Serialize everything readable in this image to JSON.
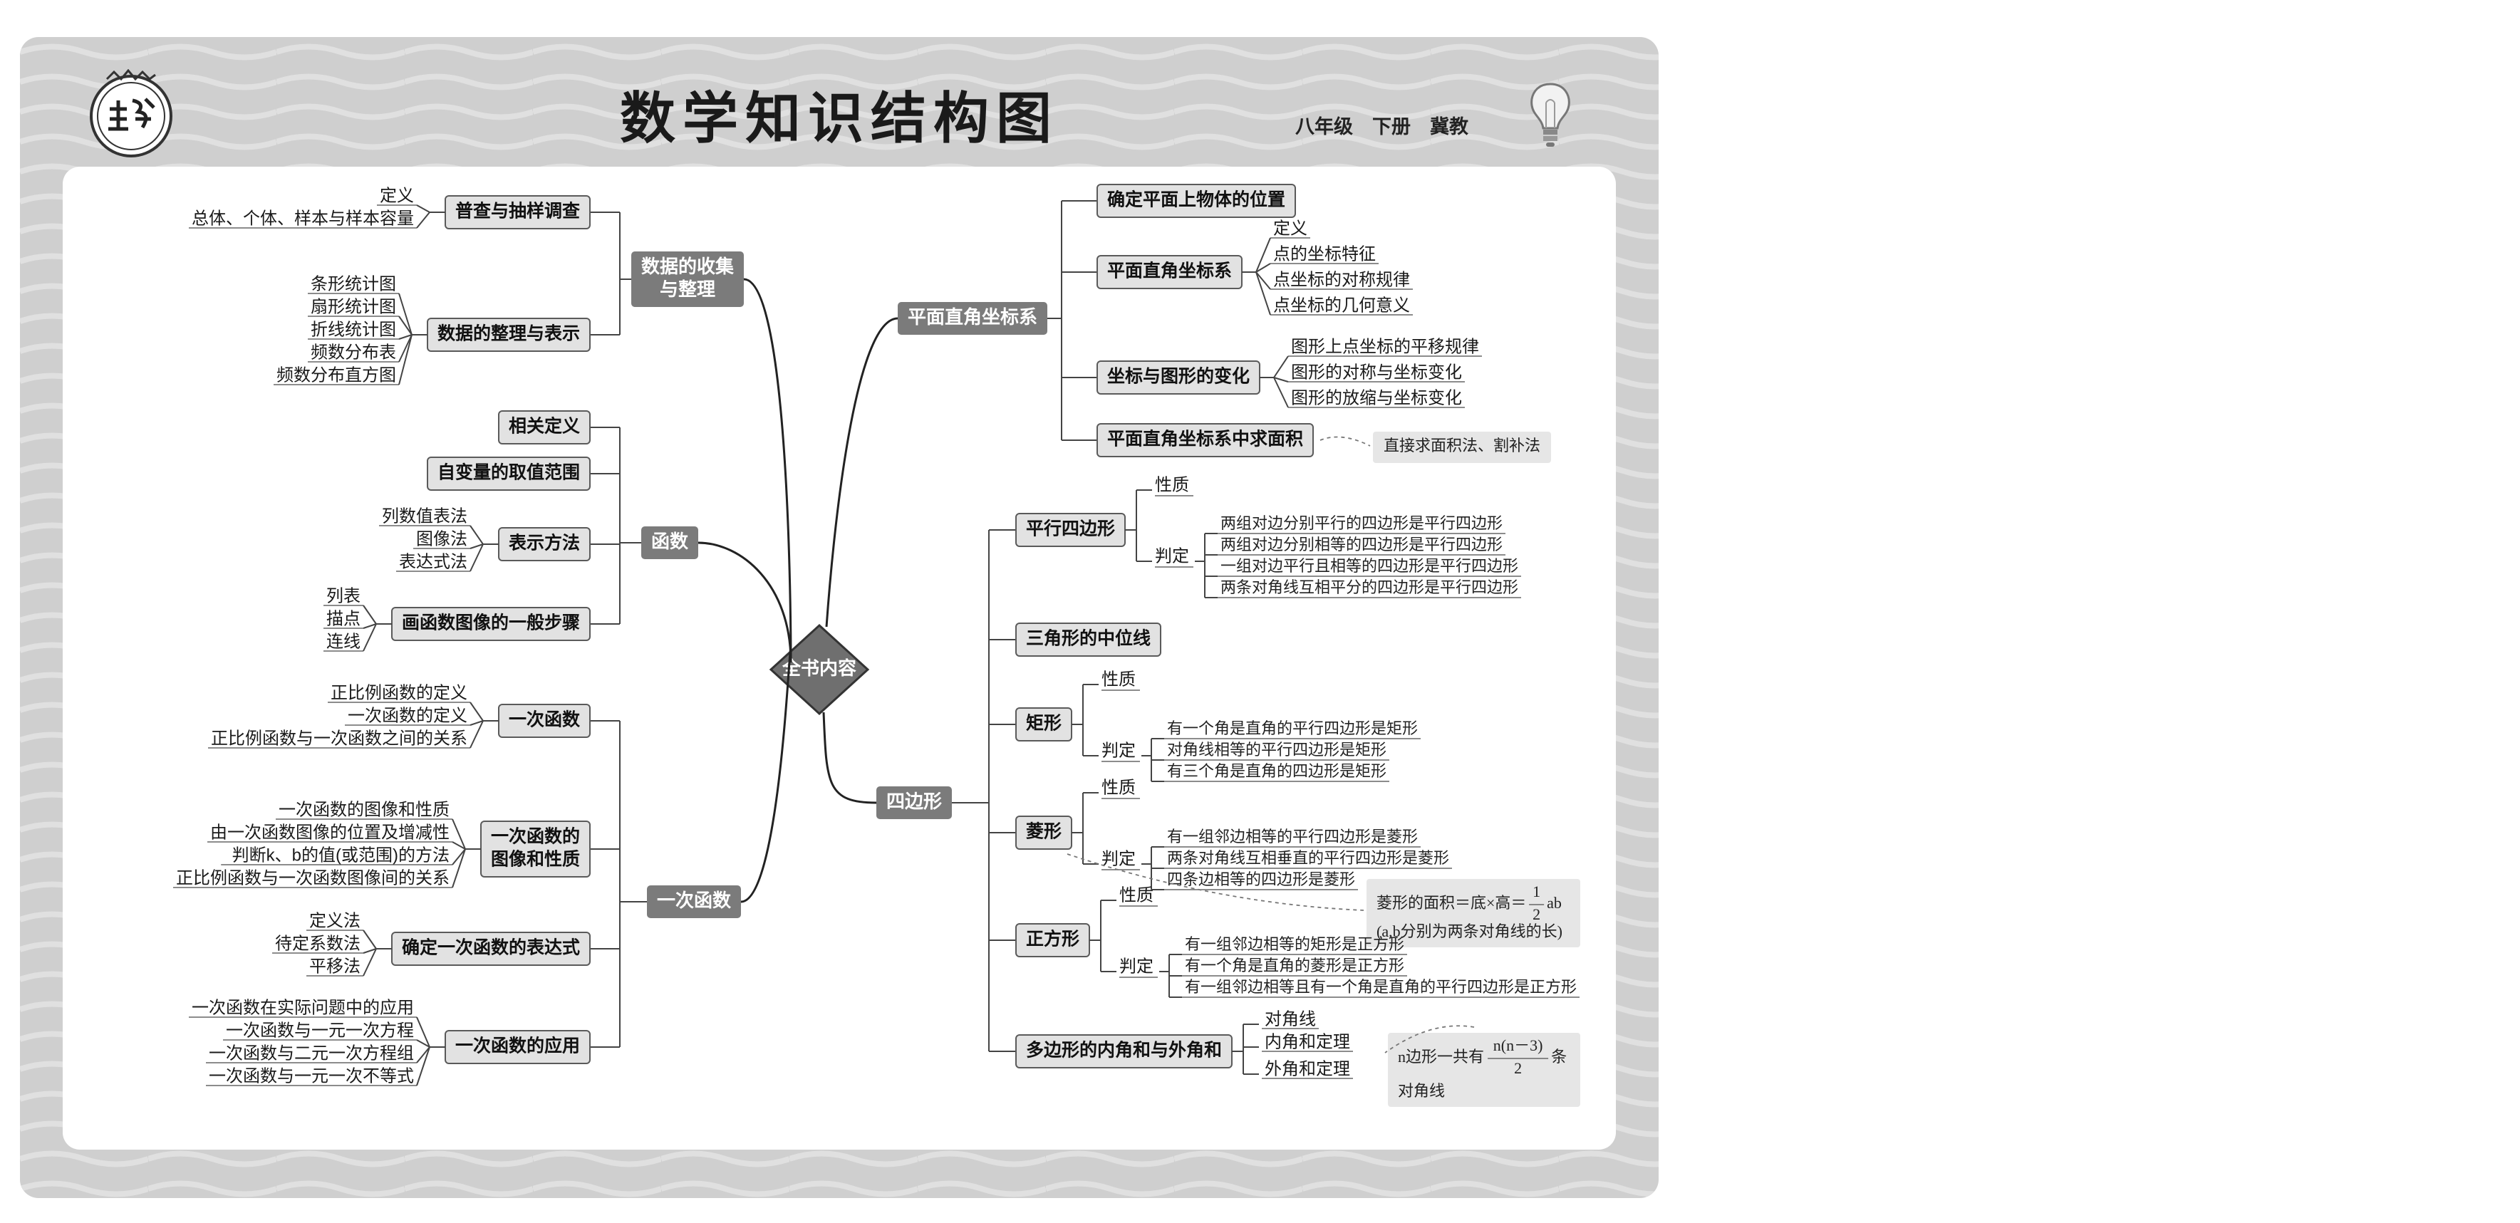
{
  "title": "数学知识结构图",
  "subtitle": "八年级　下册　冀教",
  "center": "全书内容",
  "left": [
    {
      "label": "数据的收集与整理",
      "label_lines": [
        "数据的收集",
        "与整理"
      ],
      "children": [
        {
          "label": "普查与抽样调查",
          "leaves": [
            "定义",
            "总体、个体、样本与样本容量"
          ]
        },
        {
          "label": "数据的整理与表示",
          "leaves": [
            "条形统计图",
            "扇形统计图",
            "折线统计图",
            "频数分布表",
            "频数分布直方图"
          ]
        }
      ]
    },
    {
      "label": "函数",
      "children": [
        {
          "label": "相关定义",
          "leaves": []
        },
        {
          "label": "自变量的取值范围",
          "leaves": []
        },
        {
          "label": "表示方法",
          "leaves": [
            "列数值表法",
            "图像法",
            "表达式法"
          ]
        },
        {
          "label": "画函数图像的一般步骤",
          "leaves": [
            "列表",
            "描点",
            "连线"
          ]
        }
      ]
    },
    {
      "label": "一次函数",
      "children": [
        {
          "label": "一次函数",
          "leaves": [
            "正比例函数的定义",
            "一次函数的定义",
            "正比例函数与一次函数之间的关系"
          ]
        },
        {
          "label": "一次函数的图像和性质",
          "label_lines": [
            "一次函数的",
            "图像和性质"
          ],
          "leaves": [
            "一次函数的图像和性质",
            "由一次函数图像的位置及增减性",
            "判断k、b的值(或范围)的方法",
            "正比例函数与一次函数图像间的关系"
          ]
        },
        {
          "label": "确定一次函数的表达式",
          "leaves": [
            "定义法",
            "待定系数法",
            "平移法"
          ]
        },
        {
          "label": "一次函数的应用",
          "leaves": [
            "一次函数在实际问题中的应用",
            "一次函数与一元一次方程",
            "一次函数与二元一次方程组",
            "一次函数与一元一次不等式"
          ]
        }
      ]
    }
  ],
  "right": [
    {
      "label": "平面直角坐标系",
      "children": [
        {
          "label": "确定平面上物体的位置",
          "leaves": []
        },
        {
          "label": "平面直角坐标系",
          "leaves": [
            "定义",
            "点的坐标特征",
            "点坐标的对称规律",
            "点坐标的几何意义"
          ]
        },
        {
          "label": "坐标与图形的变化",
          "leaves": [
            "图形上点坐标的平移规律",
            "图形的对称与坐标变化",
            "图形的放缩与坐标变化"
          ]
        },
        {
          "label": "平面直角坐标系中求面积",
          "leaves": [],
          "note": "直接求面积法、割补法"
        }
      ]
    },
    {
      "label": "四边形",
      "children": [
        {
          "label": "平行四边形",
          "groups": [
            {
              "label": "性质",
              "items": []
            },
            {
              "label": "判定",
              "items": [
                "两组对边分别平行的四边形是平行四边形",
                "两组对边分别相等的四边形是平行四边形",
                "一组对边平行且相等的四边形是平行四边形",
                "两条对角线互相平分的四边形是平行四边形"
              ]
            }
          ]
        },
        {
          "label": "三角形的中位线",
          "groups": []
        },
        {
          "label": "矩形",
          "groups": [
            {
              "label": "性质",
              "items": []
            },
            {
              "label": "判定",
              "items": [
                "有一个角是直角的平行四边形是矩形",
                "对角线相等的平行四边形是矩形",
                "有三个角是直角的四边形是矩形"
              ]
            }
          ]
        },
        {
          "label": "菱形",
          "groups": [
            {
              "label": "性质",
              "items": []
            },
            {
              "label": "判定",
              "items": [
                "有一组邻边相等的平行四边形是菱形",
                "两条对角线互相垂直的平行四边形是菱形",
                "四条边相等的四边形是菱形"
              ]
            }
          ],
          "note": {
            "line1": "菱形的面积＝底×高＝",
            "frac_num": "1",
            "frac_den": "2",
            "after": "ab",
            "line2": "(a,b分别为两条对角线的长)"
          }
        },
        {
          "label": "正方形",
          "groups": [
            {
              "label": "性质",
              "items": []
            },
            {
              "label": "判定",
              "items": [
                "有一组邻边相等的矩形是正方形",
                "有一个角是直角的菱形是正方形",
                "有一组邻边相等且有一个角是直角的平行四边形是正方形"
              ]
            }
          ]
        },
        {
          "label": "多边形的内角和与外角和",
          "groups": [
            {
              "label": "对角线",
              "items": []
            },
            {
              "label": "内角和定理",
              "items": []
            },
            {
              "label": "外角和定理",
              "items": []
            }
          ],
          "note": {
            "before": "n边形一共有",
            "frac_num": "n(n－3)",
            "frac_den": "2",
            "after": "条",
            "line2": "对角线"
          }
        }
      ]
    }
  ],
  "colors": {
    "frame": "#cfcfcf",
    "panel": "#ffffff",
    "box_fill": "#e2e2e2",
    "dark_box": "#7b7b7b",
    "center": "#6f6f6f"
  },
  "icons": {
    "logo": "publisher-seal-logo",
    "bulb": "lightbulb-icon"
  }
}
